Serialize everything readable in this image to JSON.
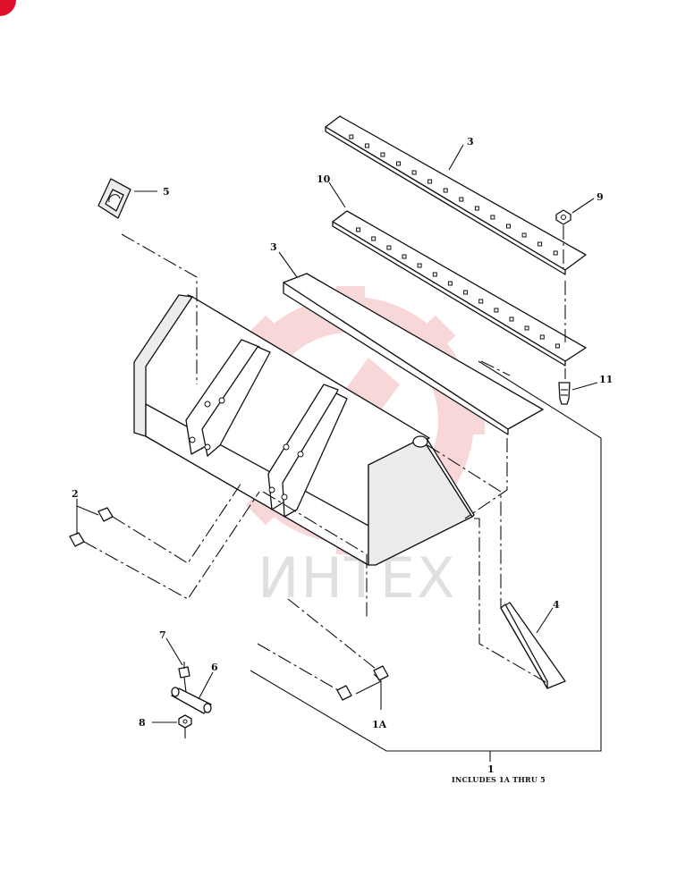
{
  "diagram": {
    "callouts": [
      {
        "id": "c3a",
        "label": "3"
      },
      {
        "id": "c10",
        "label": "10"
      },
      {
        "id": "c9",
        "label": "9"
      },
      {
        "id": "c5",
        "label": "5"
      },
      {
        "id": "c3b",
        "label": "3"
      },
      {
        "id": "c11",
        "label": "11"
      },
      {
        "id": "c2",
        "label": "2"
      },
      {
        "id": "c4",
        "label": "4"
      },
      {
        "id": "c7",
        "label": "7"
      },
      {
        "id": "c6",
        "label": "6"
      },
      {
        "id": "c8",
        "label": "8"
      },
      {
        "id": "c1a",
        "label": "1A"
      },
      {
        "id": "c1",
        "label": "1"
      }
    ],
    "assembly_note": "INCLUDES 1A THRU 5",
    "watermark": "ИНТЕХ"
  },
  "colors": {
    "ink": "#111111",
    "watermark_red": "#f2b8b8",
    "watermark_gray": "#c8c8c8",
    "corner_badge": "#e0102a"
  }
}
